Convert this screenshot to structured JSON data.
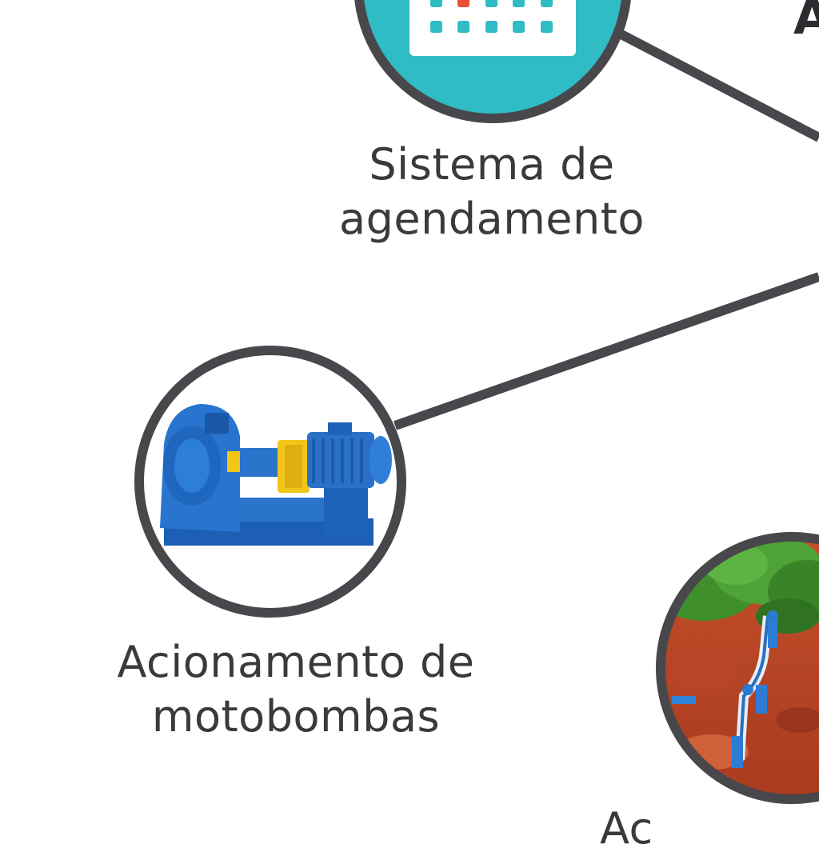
{
  "colors": {
    "line": "#48474b",
    "teal": "#2fbcc4",
    "accent_red": "#e8503a",
    "text": "#3a393d"
  },
  "nodes": {
    "scheduling": {
      "icon": "calendar-icon",
      "label_line1": "Sistema de",
      "label_line2": "agendamento"
    },
    "pumps": {
      "icon": "motor-pump-image",
      "label_line1": "Acionamento de",
      "label_line2": "motobombas"
    },
    "irrigation": {
      "icon": "drip-irrigation-photo"
    }
  },
  "cut_labels": {
    "top_right": "A",
    "bottom": "Ac"
  }
}
